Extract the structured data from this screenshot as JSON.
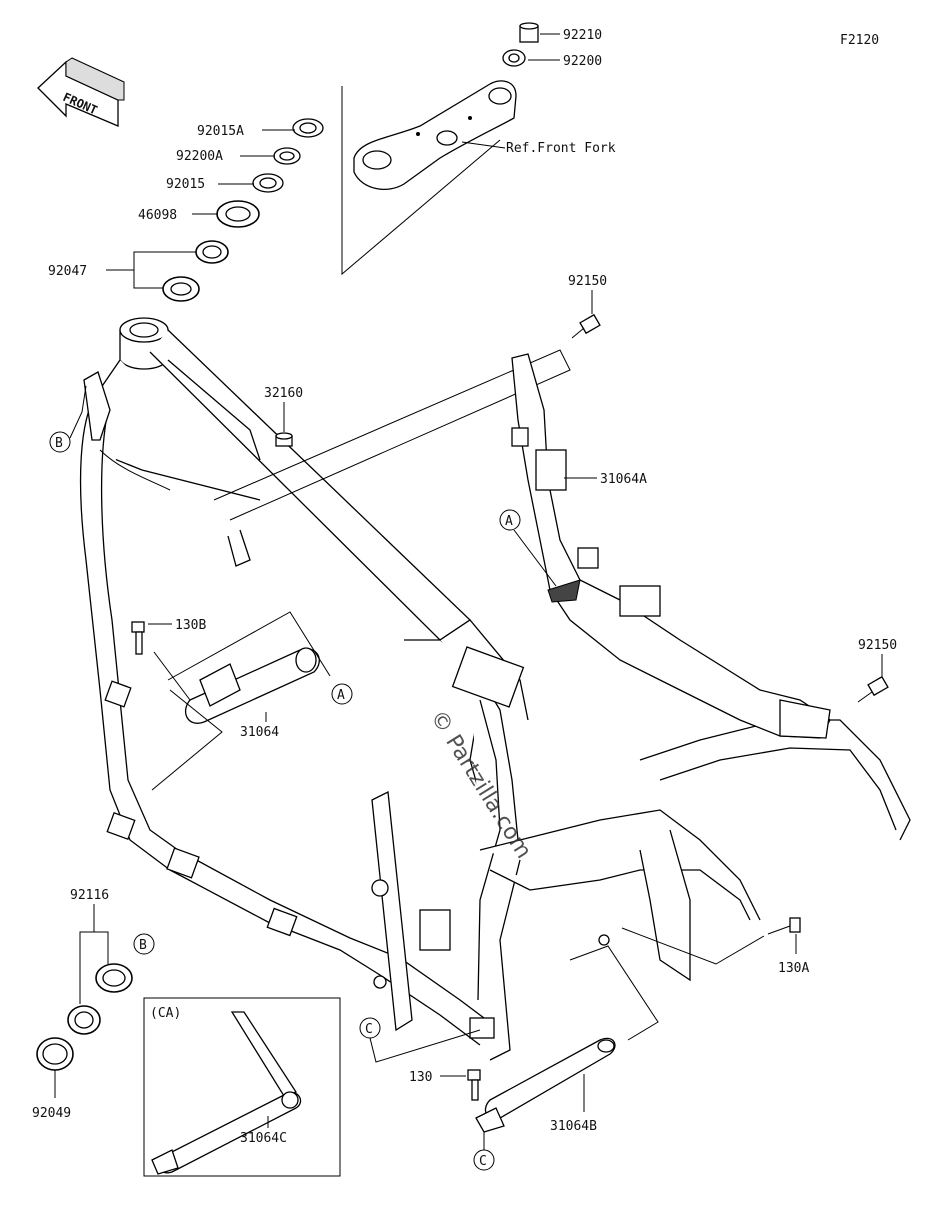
{
  "diagram": {
    "figure_code": "F2120",
    "front_label": "FRONT",
    "watermark": "© Partzilla.com",
    "ref_text": "Ref.Front Fork",
    "ca_label": "(CA)",
    "part_numbers": {
      "p92210": "92210",
      "p92200": "92200",
      "p92015A": "92015A",
      "p92200A": "92200A",
      "p92015": "92015",
      "p46098": "46098",
      "p92047": "92047",
      "p32160": "32160",
      "p92150a": "92150",
      "p31064A": "31064A",
      "p130B": "130B",
      "p31064": "31064",
      "p92150b": "92150",
      "p92116": "92116",
      "p92049": "92049",
      "p130A": "130A",
      "p130": "130",
      "p31064B": "31064B",
      "p31064C": "31064C"
    },
    "callouts": {
      "A": "A",
      "B": "B",
      "C": "C"
    }
  }
}
